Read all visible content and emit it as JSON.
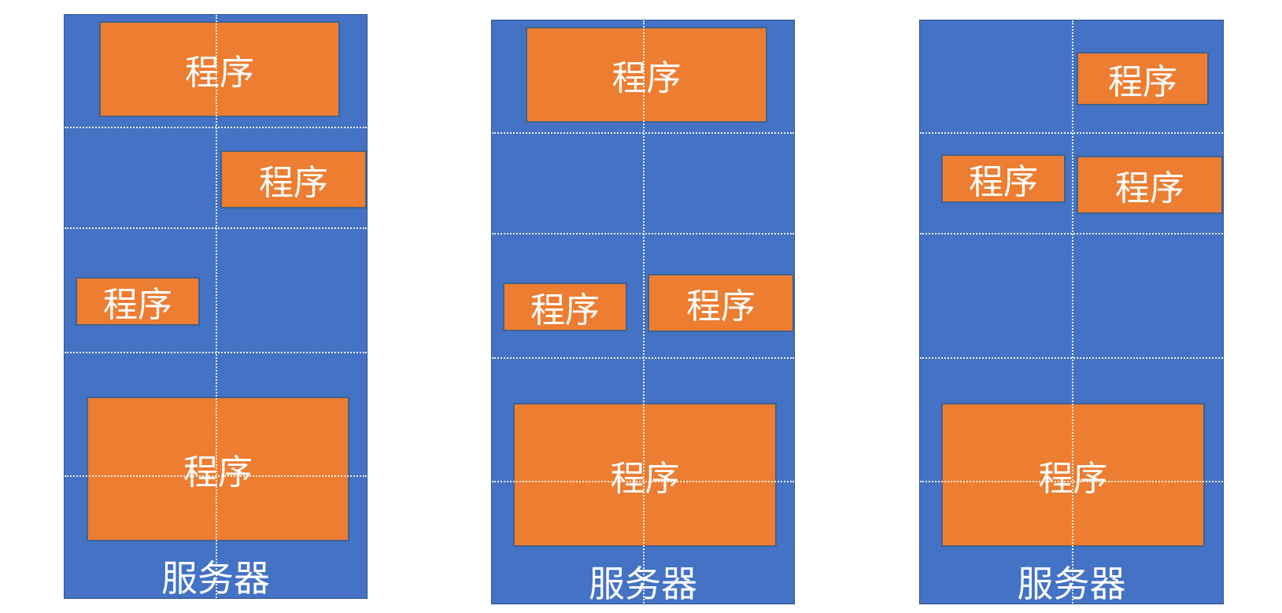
{
  "colors": {
    "server_fill": "#4472c4",
    "program_fill": "#ed7d31",
    "grid_line": "#ffffff",
    "text": "#ffffff"
  },
  "servers": [
    {
      "label": "服务器",
      "programs": [
        {
          "label": "程序"
        },
        {
          "label": "程序"
        },
        {
          "label": "程序"
        },
        {
          "label": "程序"
        }
      ]
    },
    {
      "label": "服务器",
      "programs": [
        {
          "label": "程序"
        },
        {
          "label": "程序"
        },
        {
          "label": "程序"
        },
        {
          "label": "程序"
        }
      ]
    },
    {
      "label": "服务器",
      "programs": [
        {
          "label": "程序"
        },
        {
          "label": "程序"
        },
        {
          "label": "程序"
        },
        {
          "label": "程序"
        }
      ]
    }
  ]
}
